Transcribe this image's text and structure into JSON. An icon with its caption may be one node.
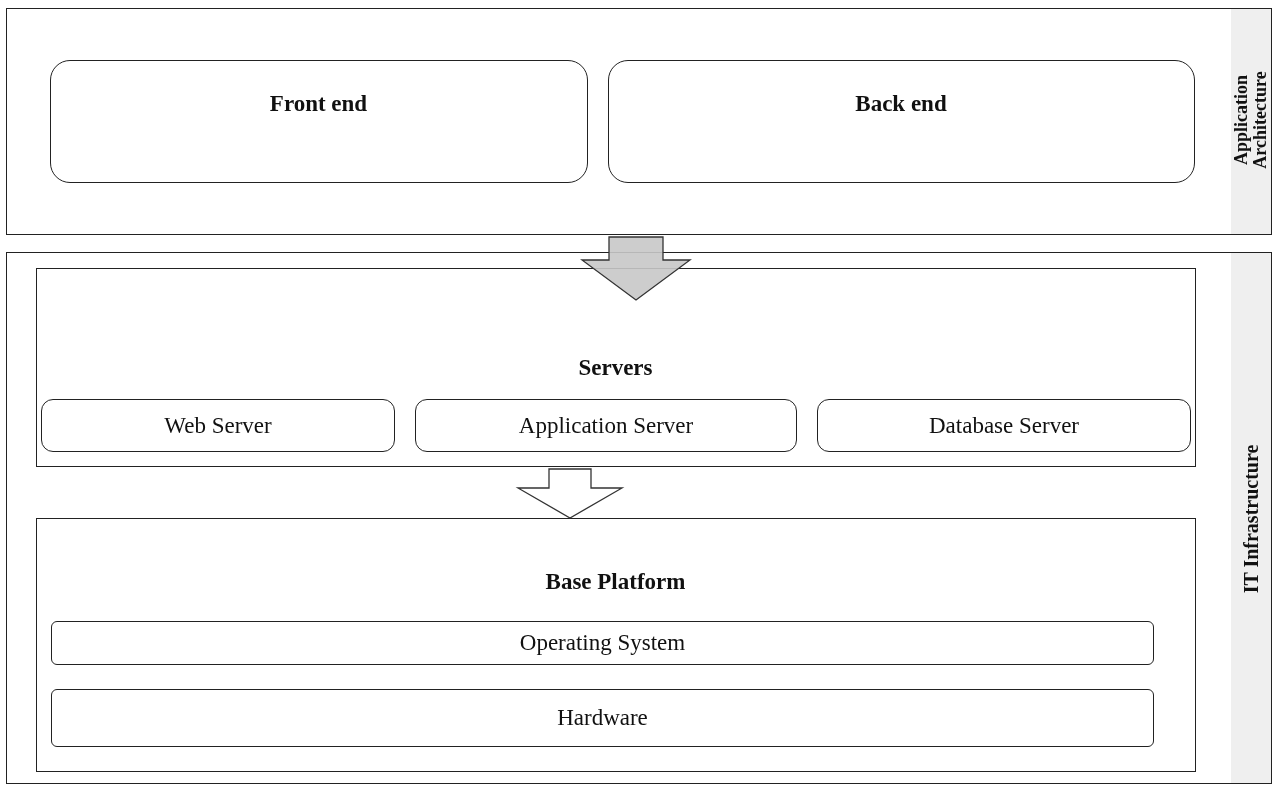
{
  "diagram": {
    "nodes": [
      {
        "text": [
          "Application Architecture"
        ]
      },
      {
        "text": [
          "Front end"
        ],
        "in": 0
      },
      {
        "text": [
          "Back end"
        ],
        "in": 0
      },
      {
        "text": [
          "IT Infrastructure"
        ]
      },
      {
        "text": [
          "Servers"
        ],
        "in": 3
      },
      {
        "text": [
          "Web Server"
        ],
        "in": 4
      },
      {
        "text": [
          "Application Server"
        ],
        "in": 4
      },
      {
        "text": [
          "Database Server"
        ],
        "in": 4
      },
      {
        "text": [
          "Base Platform"
        ],
        "in": 3
      },
      {
        "text": [
          "Operating System"
        ],
        "in": 8
      },
      {
        "text": [
          "Hardware"
        ],
        "in": 8
      }
    ],
    "edges": [
      {
        "from": 0,
        "to": 4,
        "arrow": "to"
      },
      {
        "from": 4,
        "to": 8,
        "arrow": "to"
      }
    ]
  }
}
